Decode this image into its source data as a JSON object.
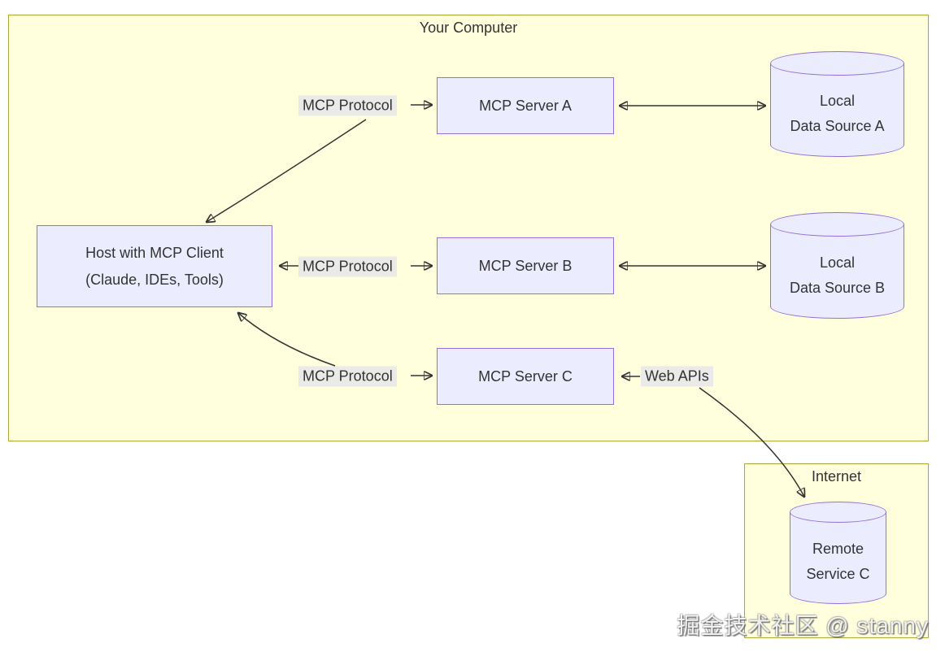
{
  "clusters": {
    "your_computer": "Your Computer",
    "internet": "Internet"
  },
  "nodes": {
    "host": {
      "line1": "Host with MCP Client",
      "line2": "(Claude, IDEs, Tools)"
    },
    "server_a": {
      "label": "MCP Server A"
    },
    "server_b": {
      "label": "MCP Server B"
    },
    "server_c": {
      "label": "MCP Server C"
    },
    "source_a": {
      "line1": "Local",
      "line2": "Data Source A"
    },
    "source_b": {
      "line1": "Local",
      "line2": "Data Source B"
    },
    "remote_c": {
      "line1": "Remote",
      "line2": "Service C"
    }
  },
  "edge_labels": {
    "protocol_a": "MCP Protocol",
    "protocol_b": "MCP Protocol",
    "protocol_c": "MCP Protocol",
    "web_apis": "Web APIs"
  },
  "colors": {
    "cluster_fill": "#ffffde",
    "cluster_border": "#aaaa33",
    "node_fill": "#ececff",
    "node_border": "#9370db",
    "edge_label_bg": "#e8e8e8",
    "arrow": "#333333",
    "text": "#333333"
  },
  "watermark": "掘金技术社区 @ stanny"
}
